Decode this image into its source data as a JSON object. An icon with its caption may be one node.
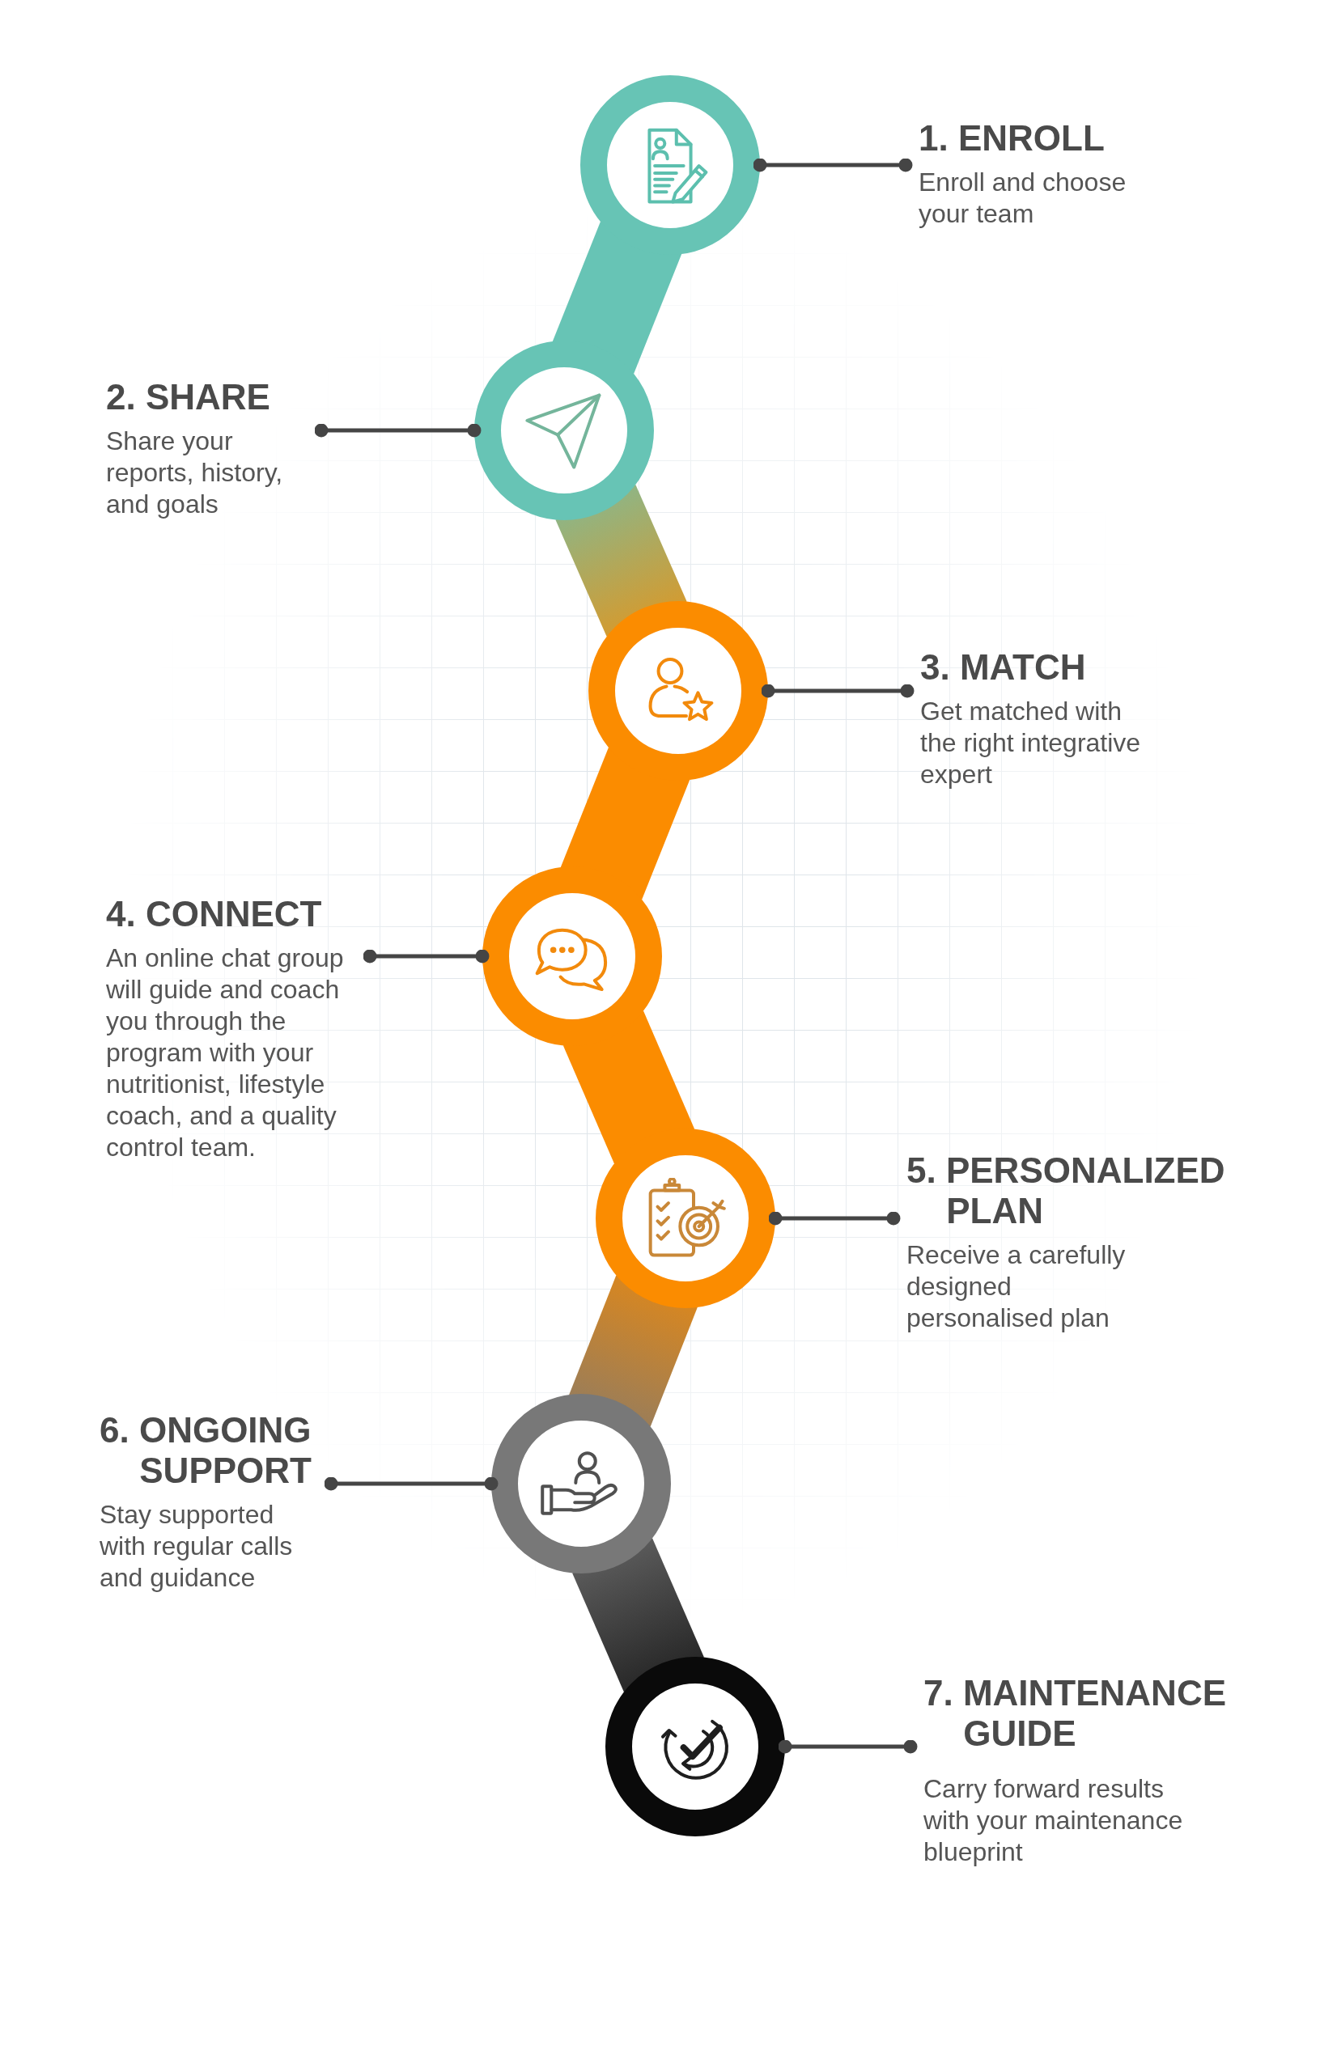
{
  "diagram": {
    "nodes": [
      {
        "text": [],
        "shape": "circle"
      },
      {
        "text": [
          "1. ENROLL",
          "Enroll and choose your team"
        ]
      },
      {
        "text": [
          "2. SHARE",
          "Share your reports, history, and goals"
        ]
      },
      {
        "text": [],
        "shape": "circle"
      },
      {
        "text": [],
        "shape": "circle"
      },
      {
        "text": [
          "3. MATCH",
          "Get matched with the right integrative expert"
        ]
      },
      {
        "text": [
          "4. CONNECT",
          "An online chat group will guide and coach you through the program with your nutritionist, lifestyle coach, and a quality control team."
        ]
      },
      {
        "text": [],
        "shape": "circle"
      },
      {
        "text": [],
        "shape": "circle"
      },
      {
        "text": [
          "5. PERSONALIZED PLAN",
          "Receive a carefully designed personalised plan"
        ]
      },
      {
        "text": [
          "6. ONGOING SUPPORT",
          "Stay supported with regular calls and guidance"
        ]
      },
      {
        "text": [],
        "shape": "circle"
      },
      {
        "text": [],
        "shape": "circle"
      },
      {
        "text": [
          "7. MAINTENANCE GUIDE",
          "Carry forward results with your maintenance blueprint"
        ]
      }
    ],
    "edges": [
      {
        "from": 1,
        "to": 0,
        "arrow": "other"
      },
      {
        "from": 0,
        "to": 3,
        "arrow": "none",
        "style": "thick",
        "color": "#67c4b5"
      },
      {
        "from": 2,
        "to": 3,
        "arrow": "other"
      },
      {
        "from": 3,
        "to": 4,
        "arrow": "none",
        "style": "thick",
        "color": "#fb8c00"
      },
      {
        "from": 5,
        "to": 4,
        "arrow": "other"
      },
      {
        "from": 4,
        "to": 7,
        "arrow": "none",
        "style": "thick",
        "color": "#fb8c00"
      },
      {
        "from": 6,
        "to": 7,
        "arrow": "other"
      },
      {
        "from": 7,
        "to": 8,
        "arrow": "none",
        "style": "thick",
        "color": "#fb8c00"
      },
      {
        "from": 9,
        "to": 8,
        "arrow": "other"
      },
      {
        "from": 8,
        "to": 11,
        "arrow": "none",
        "style": "thick",
        "color": "#787878"
      },
      {
        "from": 10,
        "to": 11,
        "arrow": "other"
      },
      {
        "from": 11,
        "to": 12,
        "arrow": "none",
        "style": "thick",
        "color": "#0a0a0a"
      },
      {
        "from": 13,
        "to": 12,
        "arrow": "other"
      }
    ]
  }
}
